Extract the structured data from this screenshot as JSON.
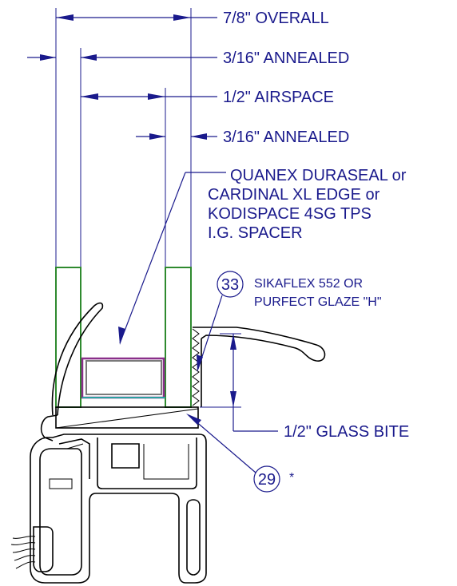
{
  "dimensions": {
    "overall": "7/8\"  OVERALL",
    "annealed_outer": "3/16\"  ANNEALED",
    "airspace": "1/2\"  AIRSPACE",
    "annealed_inner": "3/16\"  ANNEALED",
    "glass_bite": "1/2\"  GLASS BITE"
  },
  "spacer_note": {
    "line1": "QUANEX DURASEAL or",
    "line2": "CARDINAL XL EDGE or",
    "line3": "KODISPACE 4SG TPS",
    "line4": "I.G. SPACER"
  },
  "callouts": {
    "sealant_tag": "33",
    "sealant_line1": "SIKAFLEX 552 OR",
    "sealant_line2": "PURFECT GLAZE \"H\"",
    "setting_tag": "29",
    "setting_mark": "*"
  },
  "colors": {
    "dimension_ink": "#1a1a8c",
    "glass": "#2f8a2f",
    "spacer": "#8a2f8a",
    "profile_ink": "#000000"
  }
}
